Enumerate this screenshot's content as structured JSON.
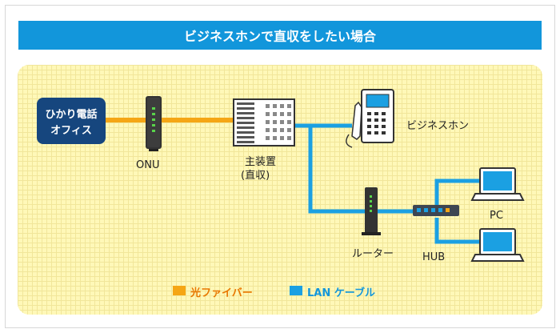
{
  "title": "ビジネスホンで直収をしたい場合",
  "colors": {
    "fiber": "#f5a615",
    "lan": "#1ba0e2",
    "title_bg": "#1296db",
    "office_box": "#16467e",
    "panel_bg": "#fff8b8"
  },
  "nodes": {
    "office_line1": "ひかり電話",
    "office_line2": "オフィス",
    "onu": "ONU",
    "main_unit_line1": "主装置",
    "main_unit_line2": "(直収)",
    "business_phone": "ビジネスホン",
    "router": "ルーター",
    "hub": "HUB",
    "pc": "PC"
  },
  "legend": {
    "fiber": "光ファイバー",
    "lan": "LAN ケーブル"
  }
}
